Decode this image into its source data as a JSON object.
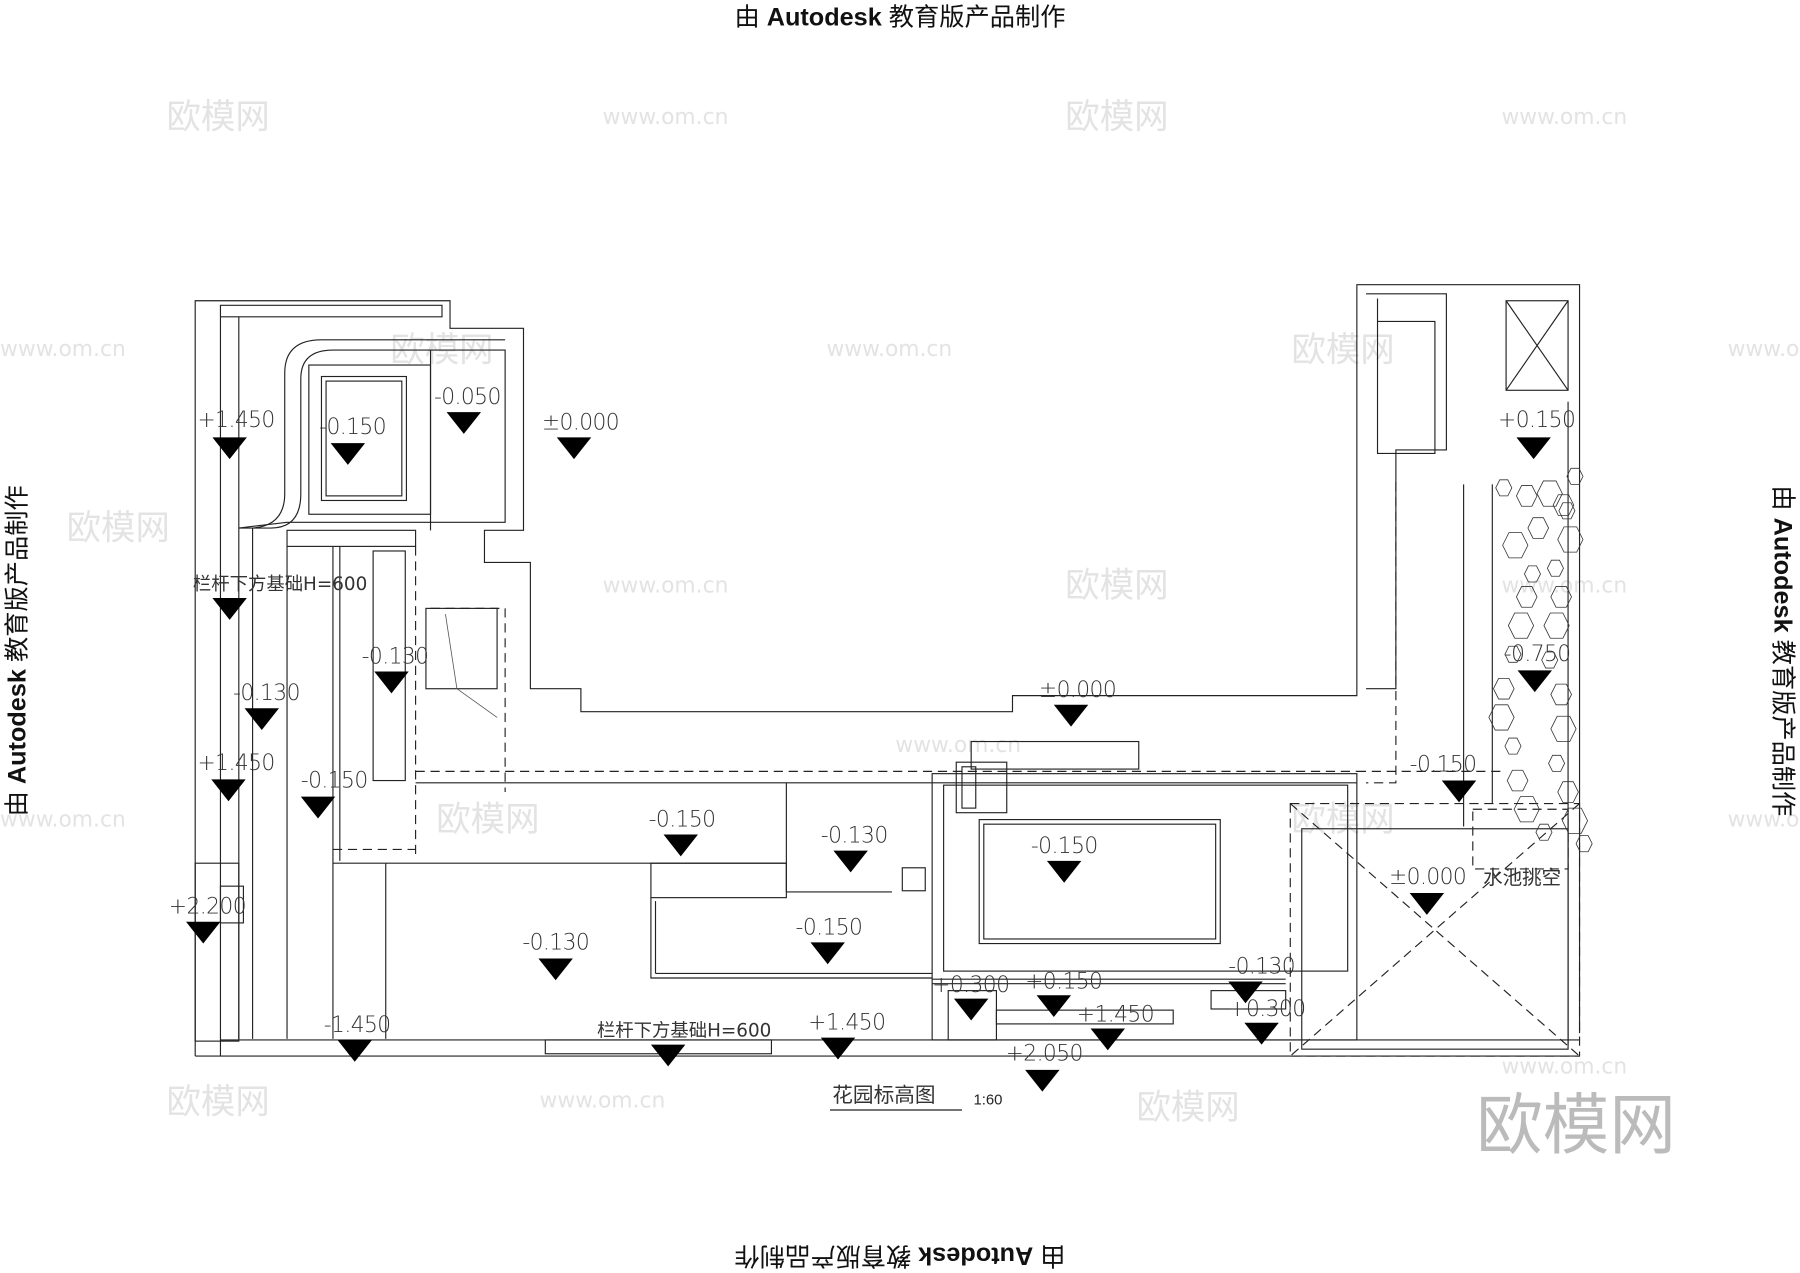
{
  "stamp": {
    "prefix": "由 ",
    "brand": "Autodesk",
    "suffix": " 教育版产品制作"
  },
  "watermark": {
    "logo": "欧模网",
    "url": "www.om.cn"
  },
  "drawing": {
    "title": "花园标高图",
    "scale": "1:60",
    "elevations": [
      "+1.450",
      "-0.150",
      "-0.050",
      "±0.000",
      "栏杆下方基础H=600",
      "-0.130",
      "-0.130",
      "+1.450",
      "-0.150",
      "-0.150",
      "-0.130",
      "-0.150",
      "±0.000",
      "-0.150",
      "-0.750",
      "+0.150",
      "±0.000",
      "+2.200",
      "-0.130",
      "-0.150",
      "-0.130",
      "+0.300",
      "+0.150",
      "+1.450",
      "+0.300",
      "-1.450",
      "栏杆下方基础H=600",
      "+1.450",
      "+2.050"
    ],
    "note_pool_void": "水池挑空"
  }
}
